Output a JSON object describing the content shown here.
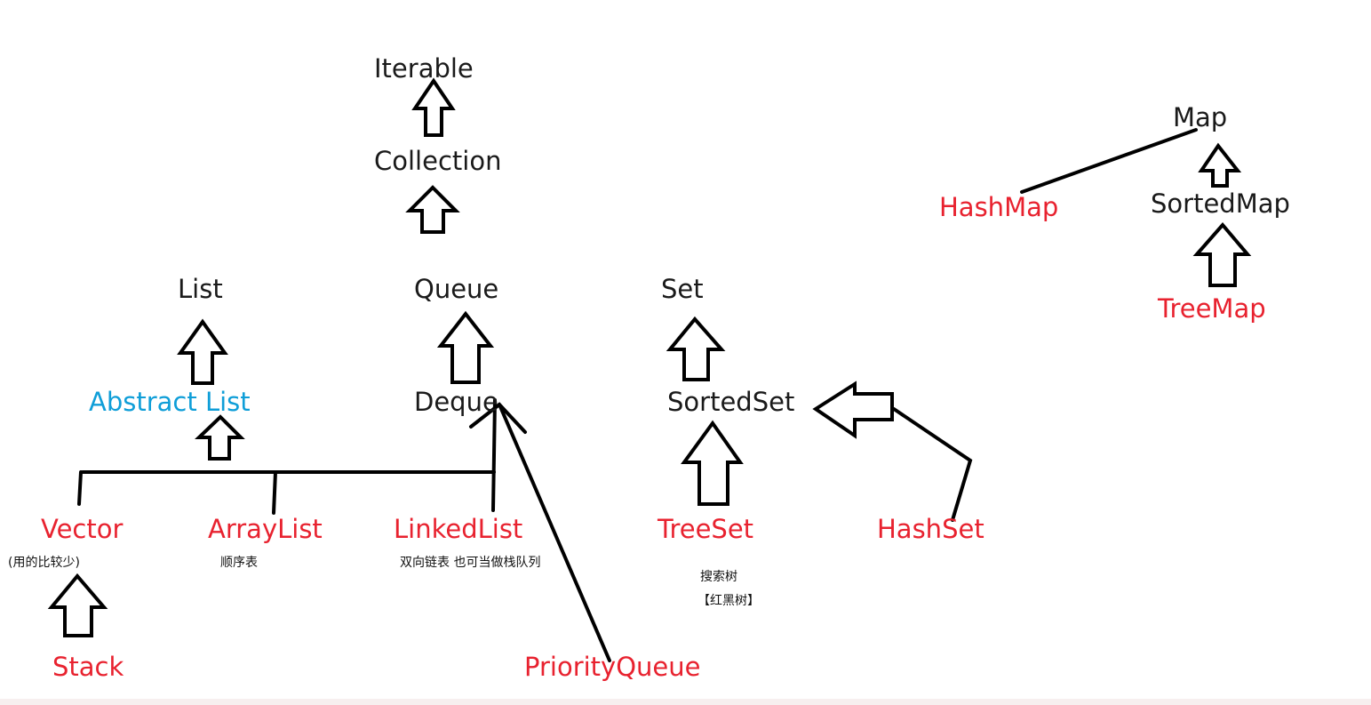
{
  "colors": {
    "interface": "#1a1a1a",
    "abstract": "#0f9ed8",
    "implementation": "#e8222f",
    "line": "#000000"
  },
  "nodes": {
    "iterable": "Iterable",
    "collection": "Collection",
    "list": "List",
    "queue": "Queue",
    "set": "Set",
    "abstract_list": "Abstract List",
    "deque": "Deque",
    "sorted_set": "SortedSet",
    "vector": "Vector",
    "array_list": "ArrayList",
    "linked_list": "LinkedList",
    "tree_set": "TreeSet",
    "hash_set": "HashSet",
    "stack": "Stack",
    "priority_queue": "PriorityQueue",
    "map": "Map",
    "hash_map": "HashMap",
    "sorted_map": "SortedMap",
    "tree_map": "TreeMap"
  },
  "notes": {
    "vector": "(用的比较少)",
    "array_list": "顺序表",
    "linked_list": "双向链表 也可当做栈队列",
    "tree_set_line1": "搜索树",
    "tree_set_line2": "【红黑树】"
  }
}
